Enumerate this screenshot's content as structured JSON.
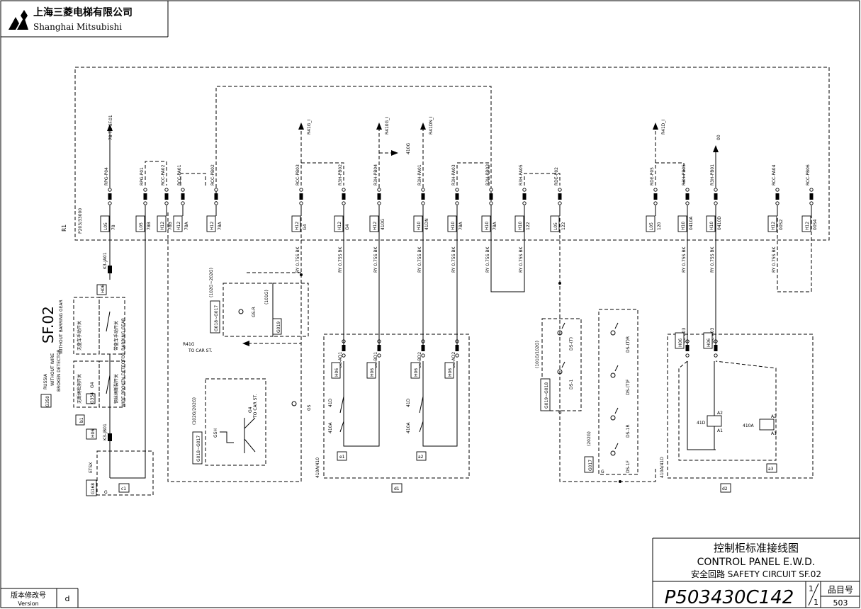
{
  "header": {
    "company_cn": "上海三菱电梯有限公司",
    "company_en": "Shanghai Mitsubishi"
  },
  "sheet": {
    "code": "SF.02",
    "frame_label": "R1",
    "frame_ref": "P203/33000"
  },
  "title_block": {
    "title_cn": "控制柜标准接线图",
    "title_en": "CONTROL PANEL E.W.D.",
    "subtitle": "安全回路 SAFETY CIRCUIT SF.02",
    "drawing_no": "P503430C142",
    "page_top": "1",
    "page_bottom": "1",
    "item_label": "品目号",
    "item_no": "503"
  },
  "revision": {
    "label_cn": "版本修改号",
    "label_en": "Version",
    "value": "d"
  },
  "arrows": {
    "to_sf01": "78 TO SF.01",
    "r41g": "R41G_I",
    "r410g": "R410G_I",
    "r41dn": "R41DN_I",
    "g410": "410G",
    "r41d": "R41D_I",
    "d00": "00",
    "r41g_car": "R41G",
    "to_car": "TO CAR ST."
  },
  "wire_spec": "RY 0.75S BK",
  "terminals": [
    {
      "conn": "RPG-P04",
      "pin": "L05",
      "wire": "78"
    },
    {
      "conn": "RPG-P01",
      "pin": "L05",
      "wire": "78B"
    },
    {
      "conn": "RCC-PA02",
      "pin": "H12",
      "wire": "78B"
    },
    {
      "conn": "RCC-PA01",
      "pin": "H12",
      "wire": "78A"
    },
    {
      "conn": "RCC-PB02",
      "pin": "H12",
      "wire": "78A"
    },
    {
      "conn": "RCC-PB03",
      "pin": "H12",
      "wire": "G4"
    },
    {
      "conn": "R3H-PB02",
      "pin": "H12",
      "wire": "G4"
    },
    {
      "conn": "R3H-PB04",
      "pin": "H12",
      "wire": "410G"
    },
    {
      "conn": "R3H-PA01",
      "pin": "H10",
      "wire": "41DN"
    },
    {
      "conn": "R3H-PA03",
      "pin": "H10",
      "wire": "78A"
    },
    {
      "conn": "R3H-PB03",
      "pin": "H10",
      "wire": "78A"
    },
    {
      "conn": "R3H-PA05",
      "pin": "H10",
      "wire": "122"
    },
    {
      "conn": "RDE-P02",
      "pin": "L05",
      "wire": "122"
    },
    {
      "conn": "RDE-P05",
      "pin": "L05",
      "wire": "120"
    },
    {
      "conn": "R3H-PB05",
      "pin": "H10",
      "wire": "0410A"
    },
    {
      "conn": "R3H-PB01",
      "pin": "H10",
      "wire": "0410D"
    },
    {
      "conn": "RCC-PA04",
      "pin": "H12",
      "wire": "00S2"
    },
    {
      "conn": "RCC-PB06",
      "pin": "H12",
      "wire": "00S4"
    }
  ],
  "left_section": {
    "k3_ja01": "K3-JA01",
    "k3_jb01": "K3-JB01",
    "h06": "H06",
    "b1": "b1",
    "c1": "c1",
    "g168": "G168",
    "g": "G",
    "etsx": "ETSX",
    "g350": "G350",
    "g354": "G354",
    "g4": "G4",
    "russia": "RUSSIA",
    "without_wire": "WITHOUT WIRE",
    "broken_detector": "BROKEN DETECTOR",
    "without_barring": "WITHOUT BARRING GEAR",
    "barring_cn": "无盘车手动开关",
    "barring_cn2": "带盘车手动开关",
    "barring_en": "BARRING GEAR",
    "wire_cn": "无断绳检测开关",
    "wire_cn2": "钢丝绳断裂开关",
    "wire_en": "WIRE BROKEN DETECTOR"
  },
  "gs_section": {
    "g018_g017": "G018~G017",
    "g019": "G019",
    "label_102g": "(102G~202G)",
    "label_101g": "(101G)",
    "gsr": "GS-R",
    "gs": "GS",
    "g": "G",
    "label_102g2": "(102G/202G)",
    "gsh": "GSH",
    "g4": "G4",
    "to_car": "TO CAR ST."
  },
  "d1_section": {
    "conns": [
      "UC-AD1",
      "UC-BD1",
      "UC-BD2",
      "UC-AD2"
    ],
    "h06": "H06",
    "d1": "d1",
    "e1": "e1",
    "a2": "a2",
    "l41d": "41D",
    "l410a": "410A",
    "side": "410A/410"
  },
  "ds_section": {
    "g019_g018": "G019~G018",
    "label_101g": "(101G/102G)",
    "g017": "G017",
    "label_202g": "(202G)",
    "g": "G",
    "switches_left": [
      "DS-(T)",
      "DS-1"
    ],
    "switches_right": [
      "DS-(T)R",
      "DS-(T)F",
      "DS-1R",
      "DS-1F"
    ]
  },
  "d2_section": {
    "conns": [
      "UC-B03",
      "UC-A03"
    ],
    "h06": "H06",
    "d2": "d2",
    "a3": "a3",
    "coil1": "41D",
    "coil2": "410A",
    "a1": "A1",
    "a2": "A2",
    "side": "410A/41D"
  }
}
